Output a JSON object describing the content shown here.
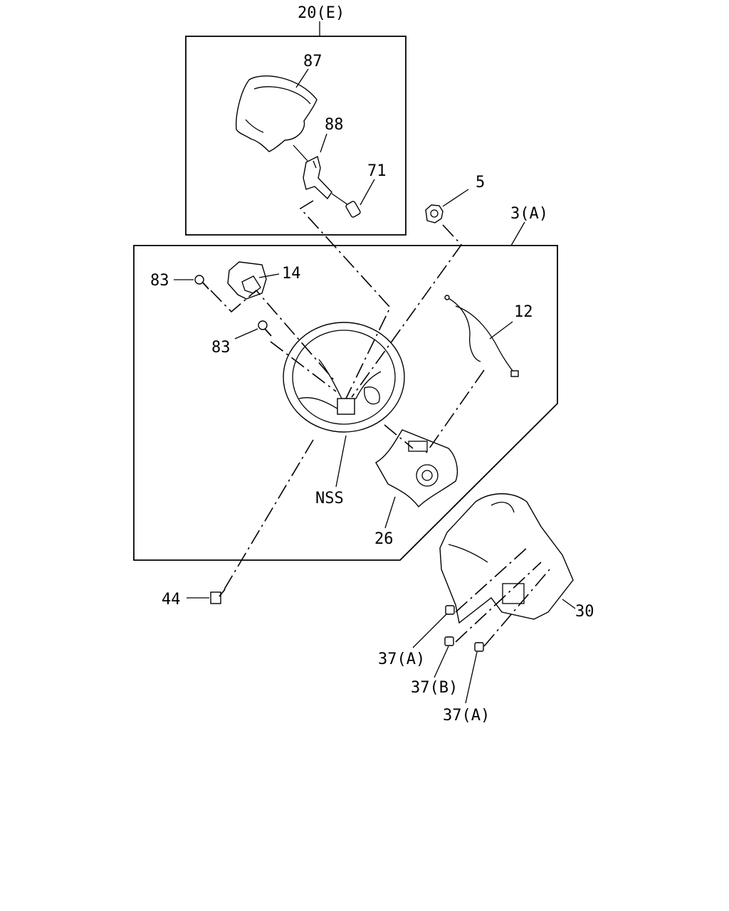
{
  "labels": {
    "group_e": "20(E)",
    "group_a": "3(A)",
    "p87": "87",
    "p88": "88",
    "p71": "71",
    "p5": "5",
    "p14": "14",
    "p83a": "83",
    "p83b": "83",
    "p12": "12",
    "nss": "NSS",
    "p26": "26",
    "p44": "44",
    "p30": "30",
    "p37a1": "37(A)",
    "p37b": "37(B)",
    "p37a2": "37(A)"
  }
}
